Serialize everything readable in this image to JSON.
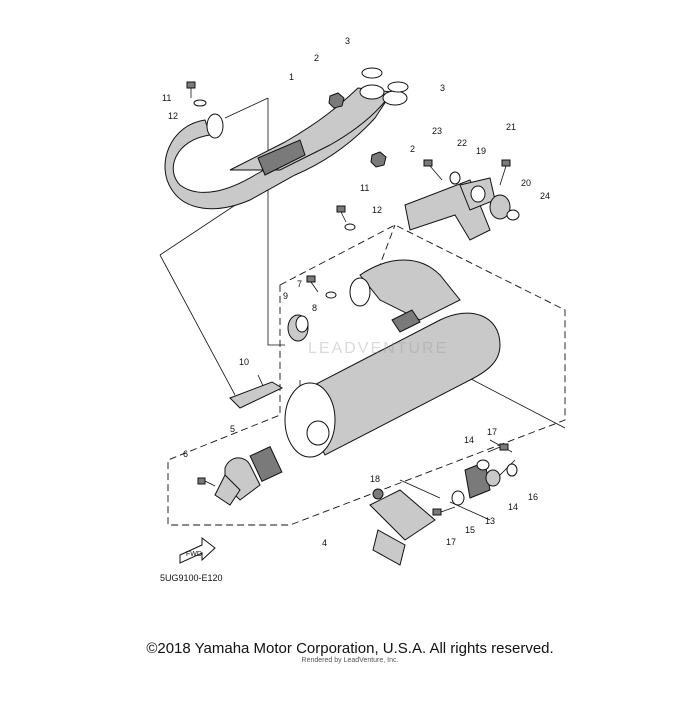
{
  "diagram": {
    "code": "5UG9100-E120",
    "fwd_label": "FWD",
    "watermark": "LEADVENTURE",
    "copyright": "©2018 Yamaha Motor Corporation, U.S.A. All rights reserved.",
    "rendered_by": "Rendered by LeadVenture, Inc.",
    "parts": [
      "1",
      "2",
      "2",
      "3",
      "3",
      "4",
      "5",
      "6",
      "7",
      "8",
      "9",
      "10",
      "11",
      "12",
      "11",
      "12",
      "13",
      "14",
      "14",
      "15",
      "16",
      "17",
      "17",
      "18",
      "19",
      "20",
      "21",
      "22",
      "23",
      "24"
    ]
  }
}
